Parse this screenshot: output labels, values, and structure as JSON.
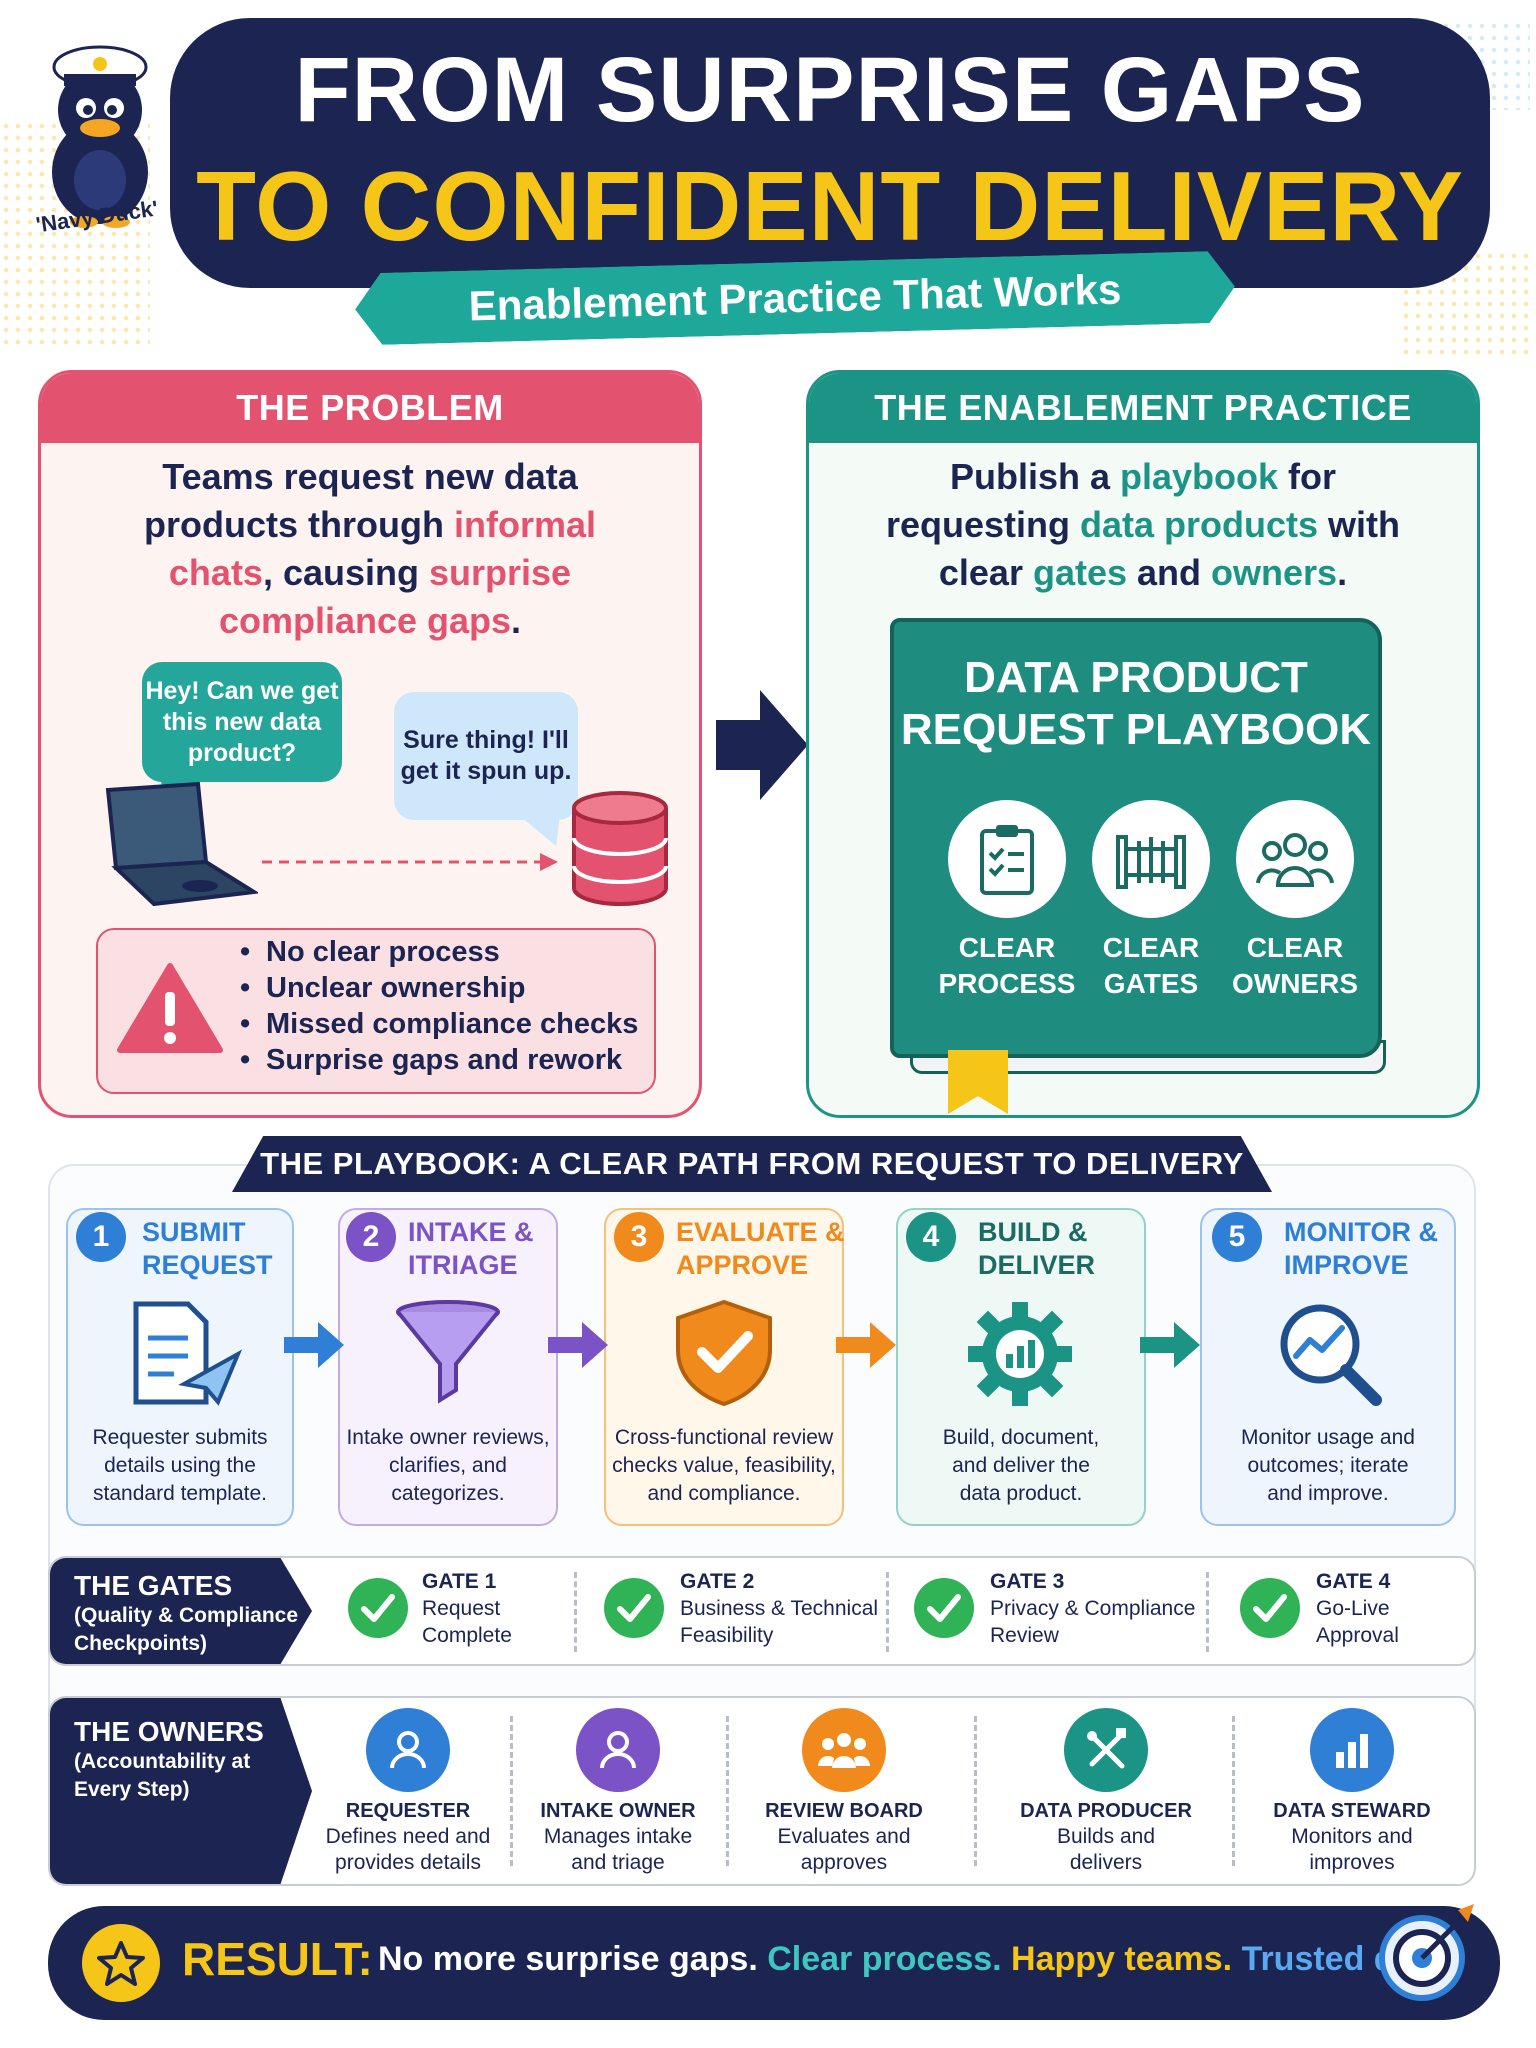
{
  "header": {
    "title_line1": "FROM SURPRISE GAPS",
    "title_line2": "TO CONFIDENT DELIVERY",
    "subtitle": "Enablement Practice That Works",
    "mascot_label": "'Navy Duck'"
  },
  "problem": {
    "heading": "THE PROBLEM",
    "lead": {
      "a": "Teams request new data products through ",
      "b": "informal chats",
      "c": ", causing ",
      "d": "surprise compliance gaps",
      "e": "."
    },
    "bubble_request": "Hey! Can we get this new data product?",
    "bubble_reply": "Sure thing! I'll get it spun up.",
    "issues": [
      "No clear process",
      "Unclear ownership",
      "Missed compliance checks",
      "Surprise gaps and rework"
    ]
  },
  "practice": {
    "heading": "THE ENABLEMENT PRACTICE",
    "lead": {
      "a": "Publish a ",
      "b": "playbook",
      "c": " for requesting ",
      "d": "data products",
      "e": " with clear ",
      "f": "gates",
      "g": " and ",
      "h": "owners",
      "i": "."
    },
    "book_title_line1": "DATA PRODUCT",
    "book_title_line2": "REQUEST PLAYBOOK",
    "pillars": [
      {
        "line1": "CLEAR",
        "line2": "PROCESS",
        "icon": "clipboard-checklist-icon"
      },
      {
        "line1": "CLEAR",
        "line2": "GATES",
        "icon": "gate-icon"
      },
      {
        "line1": "CLEAR",
        "line2": "OWNERS",
        "icon": "people-icon"
      }
    ]
  },
  "playbook": {
    "heading": "THE PLAYBOOK: A CLEAR PATH FROM REQUEST TO DELIVERY",
    "steps": [
      {
        "num": "1",
        "line1": "SUBMIT",
        "line2": "REQUEST",
        "desc1": "Requester submits",
        "desc2": "details using the",
        "desc3": "standard template.",
        "color": "#2f7fd6",
        "icon": "document-send-icon"
      },
      {
        "num": "2",
        "line1": "INTAKE &",
        "line2": "ITRIAGE",
        "desc1": "Intake owner reviews,",
        "desc2": "clarifies, and",
        "desc3": "categorizes.",
        "color": "#7c52c7",
        "icon": "funnel-icon"
      },
      {
        "num": "3",
        "line1": "EVALUATE &",
        "line2": "APPROVE",
        "desc1": "Cross-functional review",
        "desc2": "checks value, feasibility,",
        "desc3": "and compliance.",
        "color": "#f08a1c",
        "icon": "shield-check-icon"
      },
      {
        "num": "4",
        "line1": "BUILD &",
        "line2": "DELIVER",
        "desc1": "Build, document,",
        "desc2": "and deliver the",
        "desc3": "data product.",
        "color": "#1c9485",
        "icon": "gear-chart-icon"
      },
      {
        "num": "5",
        "line1": "MONITOR &",
        "line2": "IMPROVE",
        "desc1": "Monitor usage and",
        "desc2": "outcomes; iterate",
        "desc3": "and improve.",
        "color": "#2f7fd6",
        "icon": "magnifier-trend-icon"
      }
    ]
  },
  "gates": {
    "heading": "THE GATES",
    "sub1": "(Quality & Compliance",
    "sub2": "Checkpoints)",
    "items": [
      {
        "label": "GATE 1",
        "line1": "Request",
        "line2": "Complete"
      },
      {
        "label": "GATE 2",
        "line1": "Business & Technical",
        "line2": "Feasibility"
      },
      {
        "label": "GATE 3",
        "line1": "Privacy & Compliance",
        "line2": "Review"
      },
      {
        "label": "GATE 4",
        "line1": "Go-Live",
        "line2": "Approval"
      }
    ]
  },
  "owners": {
    "heading": "THE OWNERS",
    "sub1": "(Accountability at",
    "sub2": "Every Step)",
    "items": [
      {
        "role": "REQUESTER",
        "line1": "Defines need and",
        "line2": "provides details",
        "color": "#2f7fd6",
        "icon": "person-icon"
      },
      {
        "role": "INTAKE OWNER",
        "line1": "Manages intake",
        "line2": "and triage",
        "color": "#7c52c7",
        "icon": "person-icon"
      },
      {
        "role": "REVIEW BOARD",
        "line1": "Evaluates and",
        "line2": "approves",
        "color": "#f08a1c",
        "icon": "group-icon"
      },
      {
        "role": "DATA PRODUCER",
        "line1": "Builds and",
        "line2": "delivers",
        "color": "#1c9485",
        "icon": "tools-icon"
      },
      {
        "role": "DATA STEWARD",
        "line1": "Monitors and",
        "line2": "improves",
        "color": "#2f7fd6",
        "icon": "bar-chart-icon"
      }
    ]
  },
  "result": {
    "label": "RESULT:",
    "p1": "No more surprise gaps. ",
    "p2": "Clear process. ",
    "p3": "Happy teams. ",
    "p4": "Trusted data.",
    "colors": {
      "p1": "#ffffff",
      "p2": "#3ec6c0",
      "p3": "#f5c518",
      "p4": "#5aa8f0"
    }
  }
}
